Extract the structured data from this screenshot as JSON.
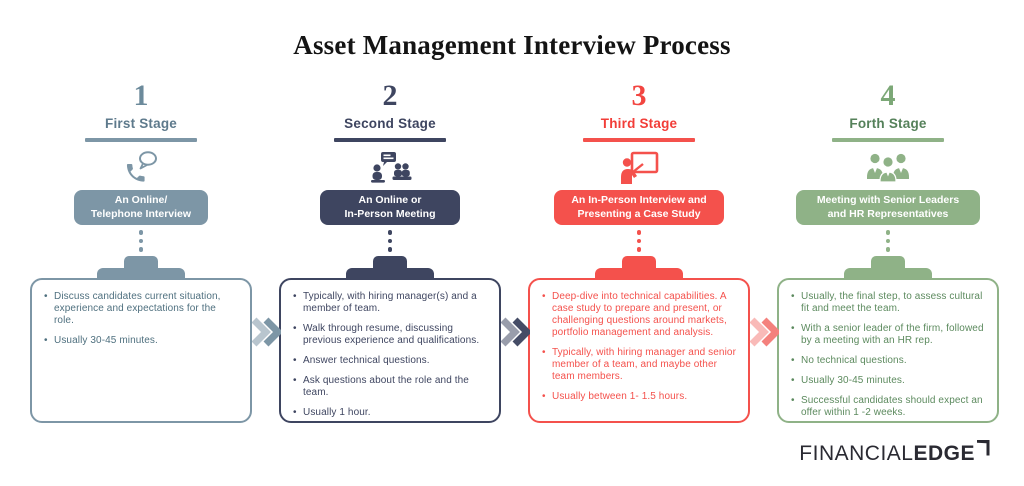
{
  "title": "Asset Management Interview Process",
  "logo": {
    "financial": "FINANCIAL",
    "edge": "EDGE"
  },
  "colors": {
    "stage1": "#7D96A6",
    "stage2": "#3E4560",
    "stage3": "#F4514C",
    "stage4": "#8FB287",
    "title_text": "#141414",
    "card_background": "#FFFFFF"
  },
  "stages": [
    {
      "number": "1",
      "title": "First Stage",
      "icon": "phone-chat-icon",
      "box_lines": [
        "An Online/",
        "Telephone Interview"
      ],
      "bullets": [
        "Discuss candidates current situation, experience and expectations for the role.",
        "Usually 30-45 minutes."
      ],
      "color": "#7D96A6"
    },
    {
      "number": "2",
      "title": "Second Stage",
      "icon": "panel-interview-icon",
      "box_lines": [
        "An Online or",
        "In-Person Meeting"
      ],
      "bullets": [
        "Typically, with hiring manager(s) and a member of team.",
        "Walk through resume, discussing previous experience and qualifications.",
        "Answer technical questions.",
        "Ask questions about the role and the team.",
        "Usually 1 hour."
      ],
      "color": "#3E4560"
    },
    {
      "number": "3",
      "title": "Third Stage",
      "icon": "presentation-icon",
      "box_lines": [
        "An In-Person Interview and",
        "Presenting a Case Study"
      ],
      "bullets": [
        "Deep-dive into technical capabilities. A case study to prepare and present, or challenging questions around markets, portfolio management and analysis.",
        "Typically, with hiring manager and senior member of a team, and maybe other team members.",
        "Usually between 1- 1.5 hours."
      ],
      "color": "#F4514C"
    },
    {
      "number": "4",
      "title": "Forth Stage",
      "icon": "team-icon",
      "box_lines": [
        "Meeting with Senior Leaders",
        "and HR Representatives"
      ],
      "bullets": [
        "Usually, the final step, to assess cultural fit and meet the team.",
        "With a senior leader of the firm, followed by a meeting with an HR rep.",
        "No technical questions.",
        "Usually 30-45 minutes.",
        "Successful candidates should expect an offer within 1 -2 weeks."
      ],
      "color": "#8FB287"
    }
  ]
}
